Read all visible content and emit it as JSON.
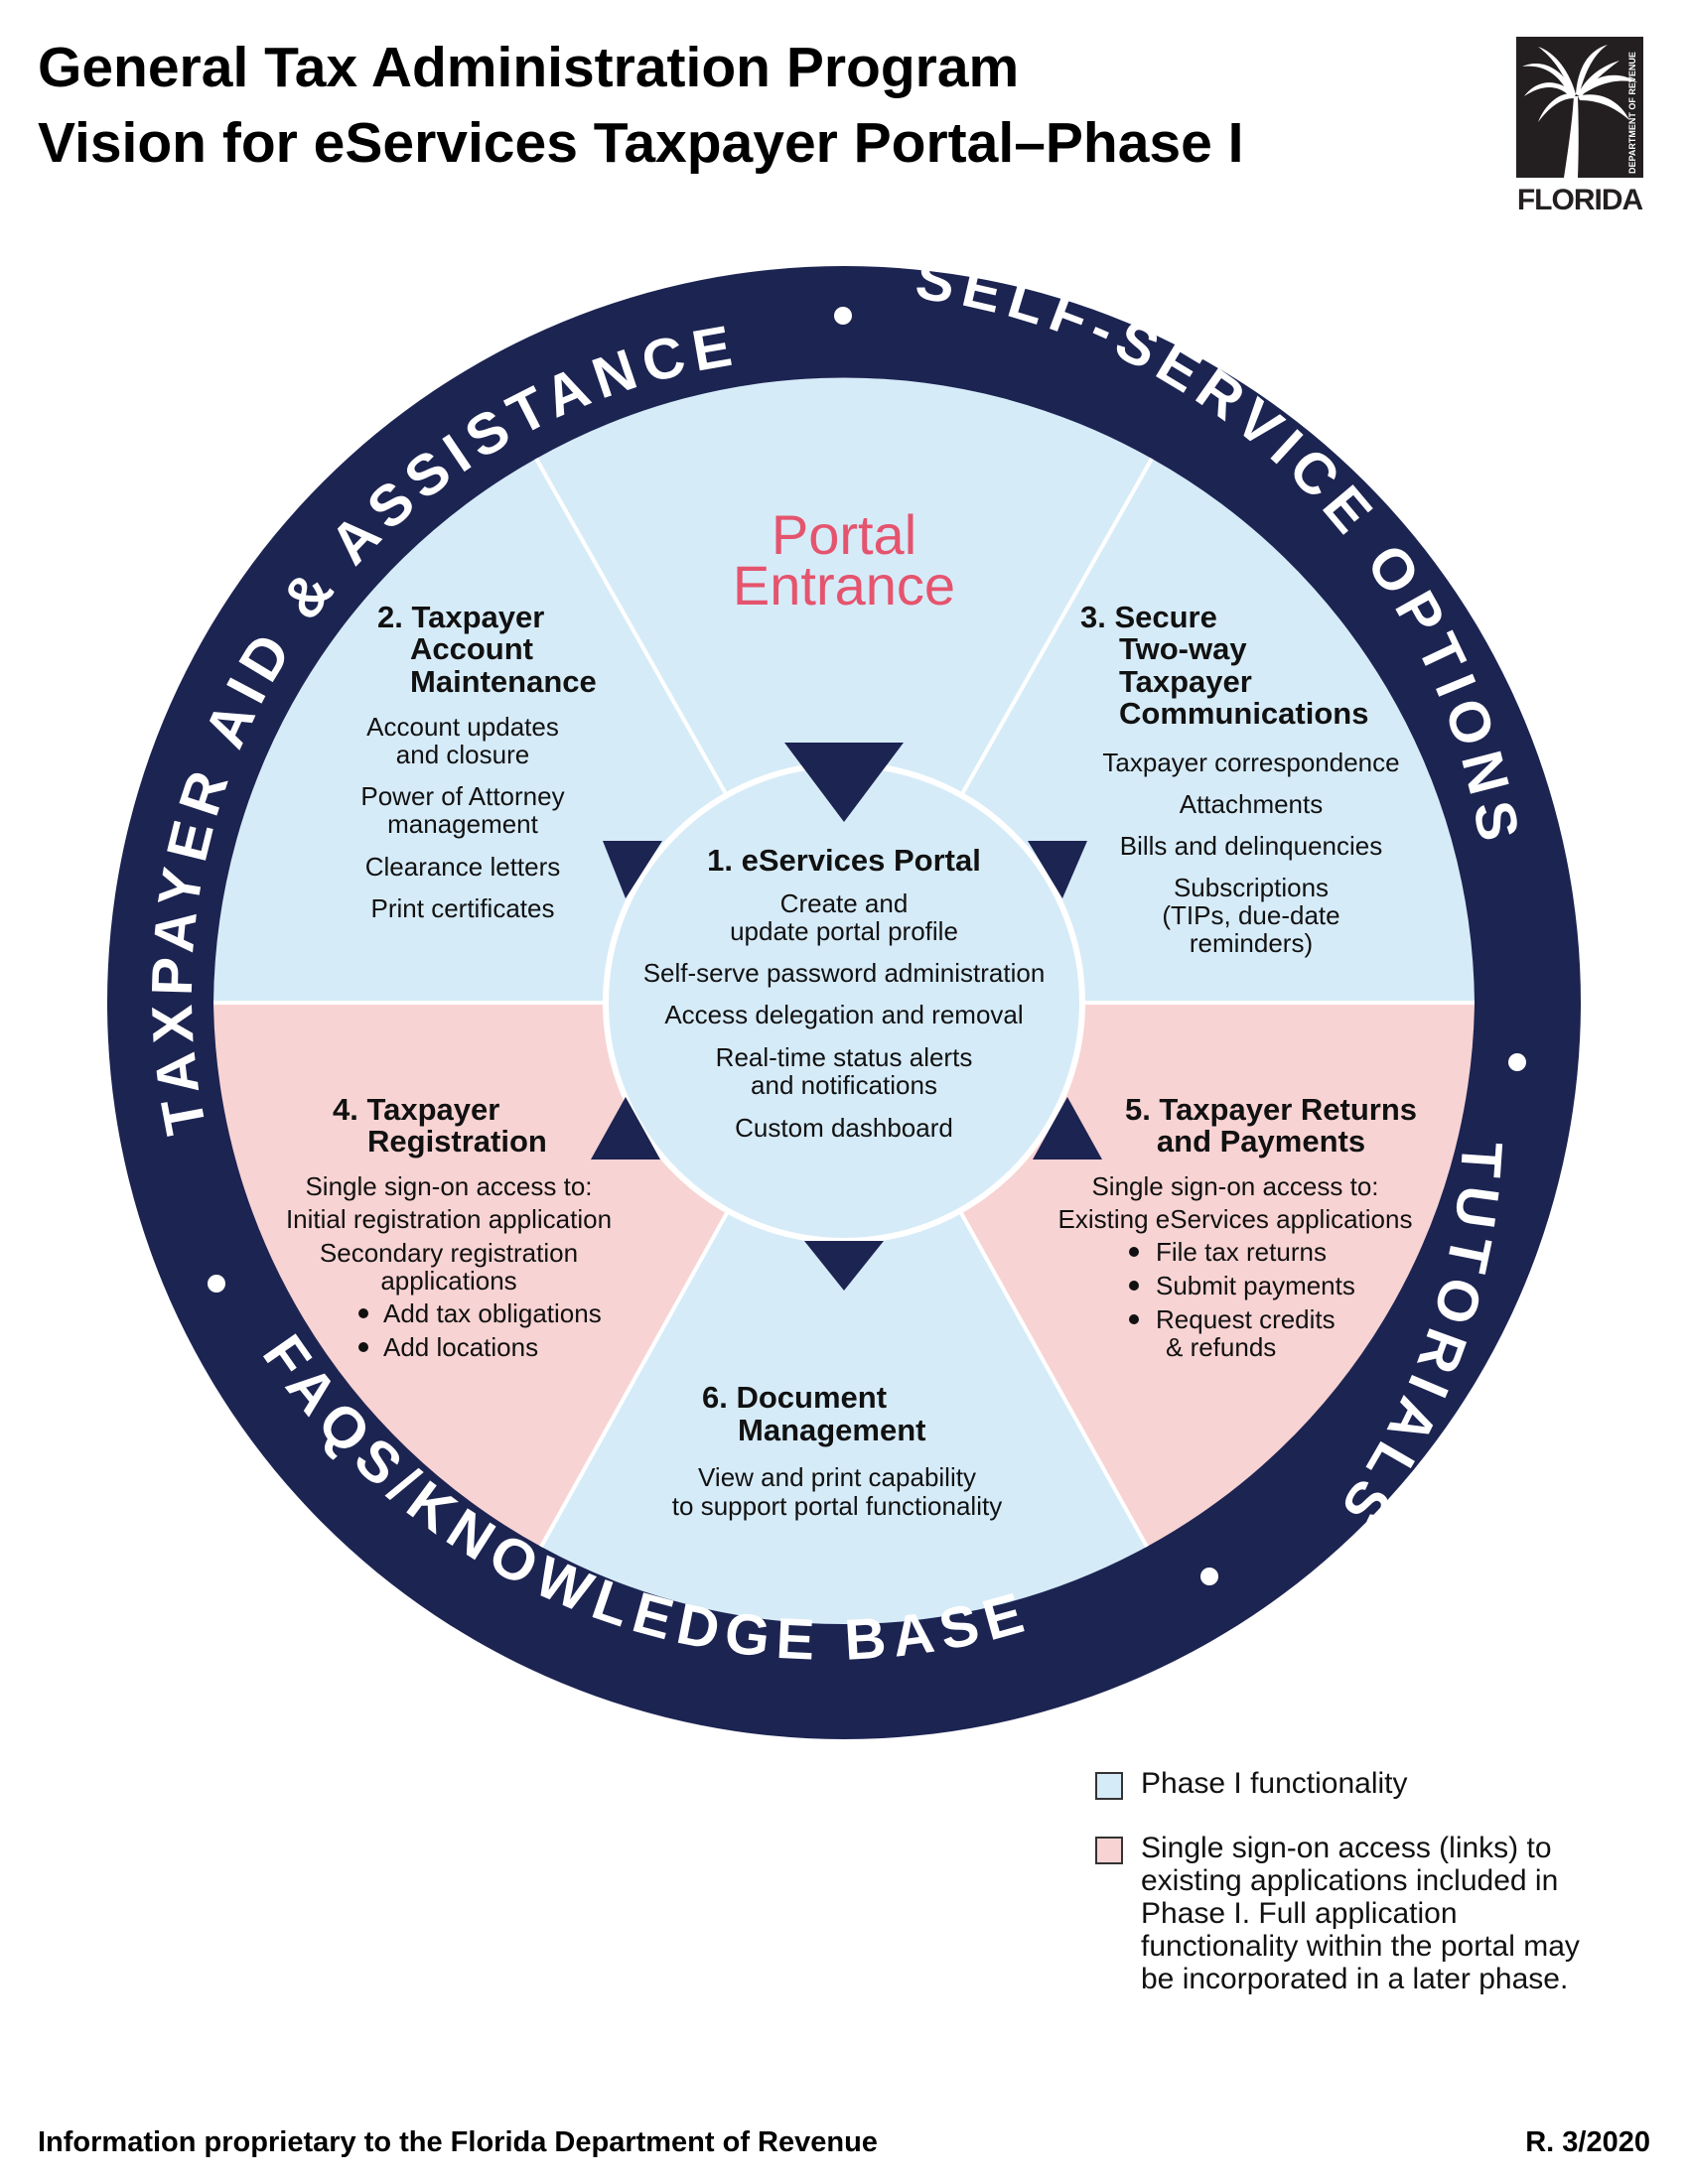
{
  "header": {
    "title_line1": "General Tax Administration Program",
    "title_line2": "Vision for eServices Taxpayer Portal–Phase I"
  },
  "logo": {
    "word": "FLORIDA",
    "side_text": "DEPARTMENT OF REVENUE",
    "icon": "palm-tree-icon"
  },
  "ring_text": {
    "top_left": "TAXPAYER AID & ASSISTANCE",
    "top_right": "SELF-SERVICE OPTIONS",
    "bottom_right": "TUTORIALS",
    "bottom_left": "FAQS/KNOWLEDGE BASE"
  },
  "portal_entrance": {
    "line1": "Portal",
    "line2": "Entrance"
  },
  "center": {
    "title": "1. eServices Portal",
    "items": [
      "Create and",
      "update portal profile",
      "Self-serve password administration",
      "Access delegation and removal",
      "Real-time status alerts",
      "and notifications",
      "Custom dashboard"
    ]
  },
  "sections": {
    "account": {
      "title_lines": [
        "2. Taxpayer",
        "Account",
        "Maintenance"
      ],
      "items": [
        "Account updates",
        "and closure",
        "Power of Attorney",
        "management",
        "Clearance letters",
        "Print certificates"
      ]
    },
    "communications": {
      "title_lines": [
        "3. Secure",
        "Two-way",
        "Taxpayer",
        "Communications"
      ],
      "items": [
        "Taxpayer correspondence",
        "Attachments",
        "Bills and delinquencies",
        "Subscriptions",
        "(TIPs, due-date",
        "reminders)"
      ]
    },
    "registration": {
      "title_lines": [
        "4. Taxpayer",
        "Registration"
      ],
      "items": [
        "Single sign-on access to:",
        "Initial registration application",
        "Secondary registration",
        "applications"
      ],
      "bullets": [
        "Add tax obligations",
        "Add locations"
      ]
    },
    "returns": {
      "title_lines": [
        "5. Taxpayer Returns",
        "and Payments"
      ],
      "items": [
        "Single sign-on access to:",
        "Existing eServices applications"
      ],
      "bullets": [
        "File tax returns",
        "Submit payments",
        "Request credits"
      ],
      "bullet_continuation": "& refunds"
    },
    "documents": {
      "title_lines": [
        "6. Document",
        "Management"
      ],
      "items": [
        "View and print capability",
        "to support portal functionality"
      ]
    }
  },
  "legend": {
    "items": [
      {
        "label": "Phase I functionality",
        "color": "#d6ebf8"
      },
      {
        "label": "Single sign-on access (links) to existing applications included in Phase I. Full application functionality within the portal may be incorporated in a later phase.",
        "color": "#f8d3d3"
      }
    ]
  },
  "footer": {
    "left": "Information proprietary to the Florida Department of Revenue",
    "right": "R. 3/2020"
  },
  "colors": {
    "navy": "#1c2452",
    "phase1_blue": "#d6ebf8",
    "sso_pink": "#f8d3d3",
    "portal_red": "#e5546e",
    "divider": "#ffffff"
  }
}
